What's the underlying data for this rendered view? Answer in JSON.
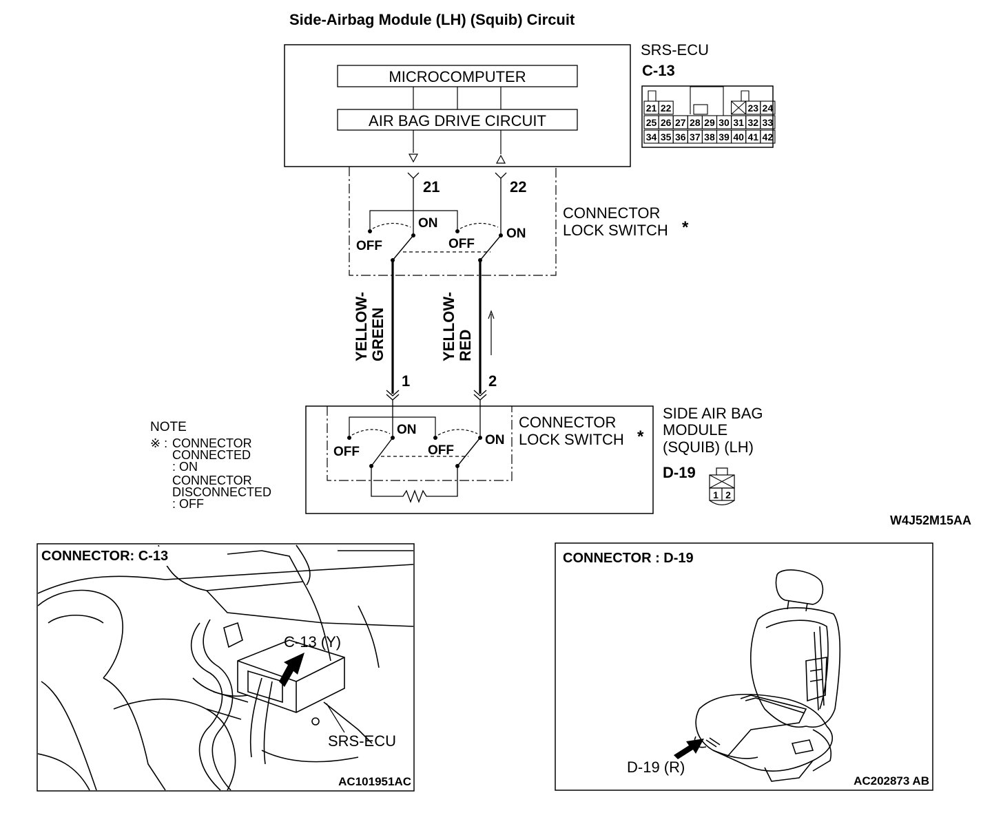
{
  "title": "Side-Airbag Module (LH) (Squib) Circuit",
  "ecu": {
    "name": "SRS-ECU",
    "connector": "C-13",
    "microcomputer": "MICROCOMPUTER",
    "drive_circuit": "AIR BAG DRIVE CIRCUIT",
    "pin_rows": [
      [
        "21",
        "22",
        "23",
        "24"
      ],
      [
        "25",
        "26",
        "27",
        "28",
        "29",
        "30",
        "31",
        "32",
        "33"
      ],
      [
        "34",
        "35",
        "36",
        "37",
        "38",
        "39",
        "40",
        "41",
        "42"
      ]
    ]
  },
  "terminals": {
    "ecu_left": "21",
    "ecu_right": "22",
    "module_left": "1",
    "module_right": "2"
  },
  "switch_labels": {
    "on": "ON",
    "off": "OFF"
  },
  "connector_lock_switch": {
    "line1": "CONNECTOR",
    "line2": "LOCK SWITCH",
    "star": "*"
  },
  "wires": {
    "left": {
      "line1": "YELLOW-",
      "line2": "GREEN"
    },
    "right": {
      "line1": "YELLOW-",
      "line2": "RED"
    }
  },
  "module": {
    "line1": "SIDE AIR BAG",
    "line2": "MODULE",
    "line3": "(SQUIB) (LH)",
    "connector": "D-19",
    "pins": [
      "1",
      "2"
    ]
  },
  "note": {
    "title": "NOTE",
    "mark": "※ :",
    "lines": [
      "CONNECTOR",
      "CONNECTED",
      ":  ON",
      "CONNECTOR",
      "DISCONNECTED",
      ":  OFF"
    ]
  },
  "figure_code_main": "W4J52M15AA",
  "panel_c13": {
    "title": "CONNECTOR: C-13",
    "callout": "C-13 (Y)",
    "ecu_label": "SRS-ECU",
    "code": "AC101951AC"
  },
  "panel_d19": {
    "title": "CONNECTOR : D-19",
    "callout": "D-19 (R)",
    "code": "AC202873 AB"
  }
}
